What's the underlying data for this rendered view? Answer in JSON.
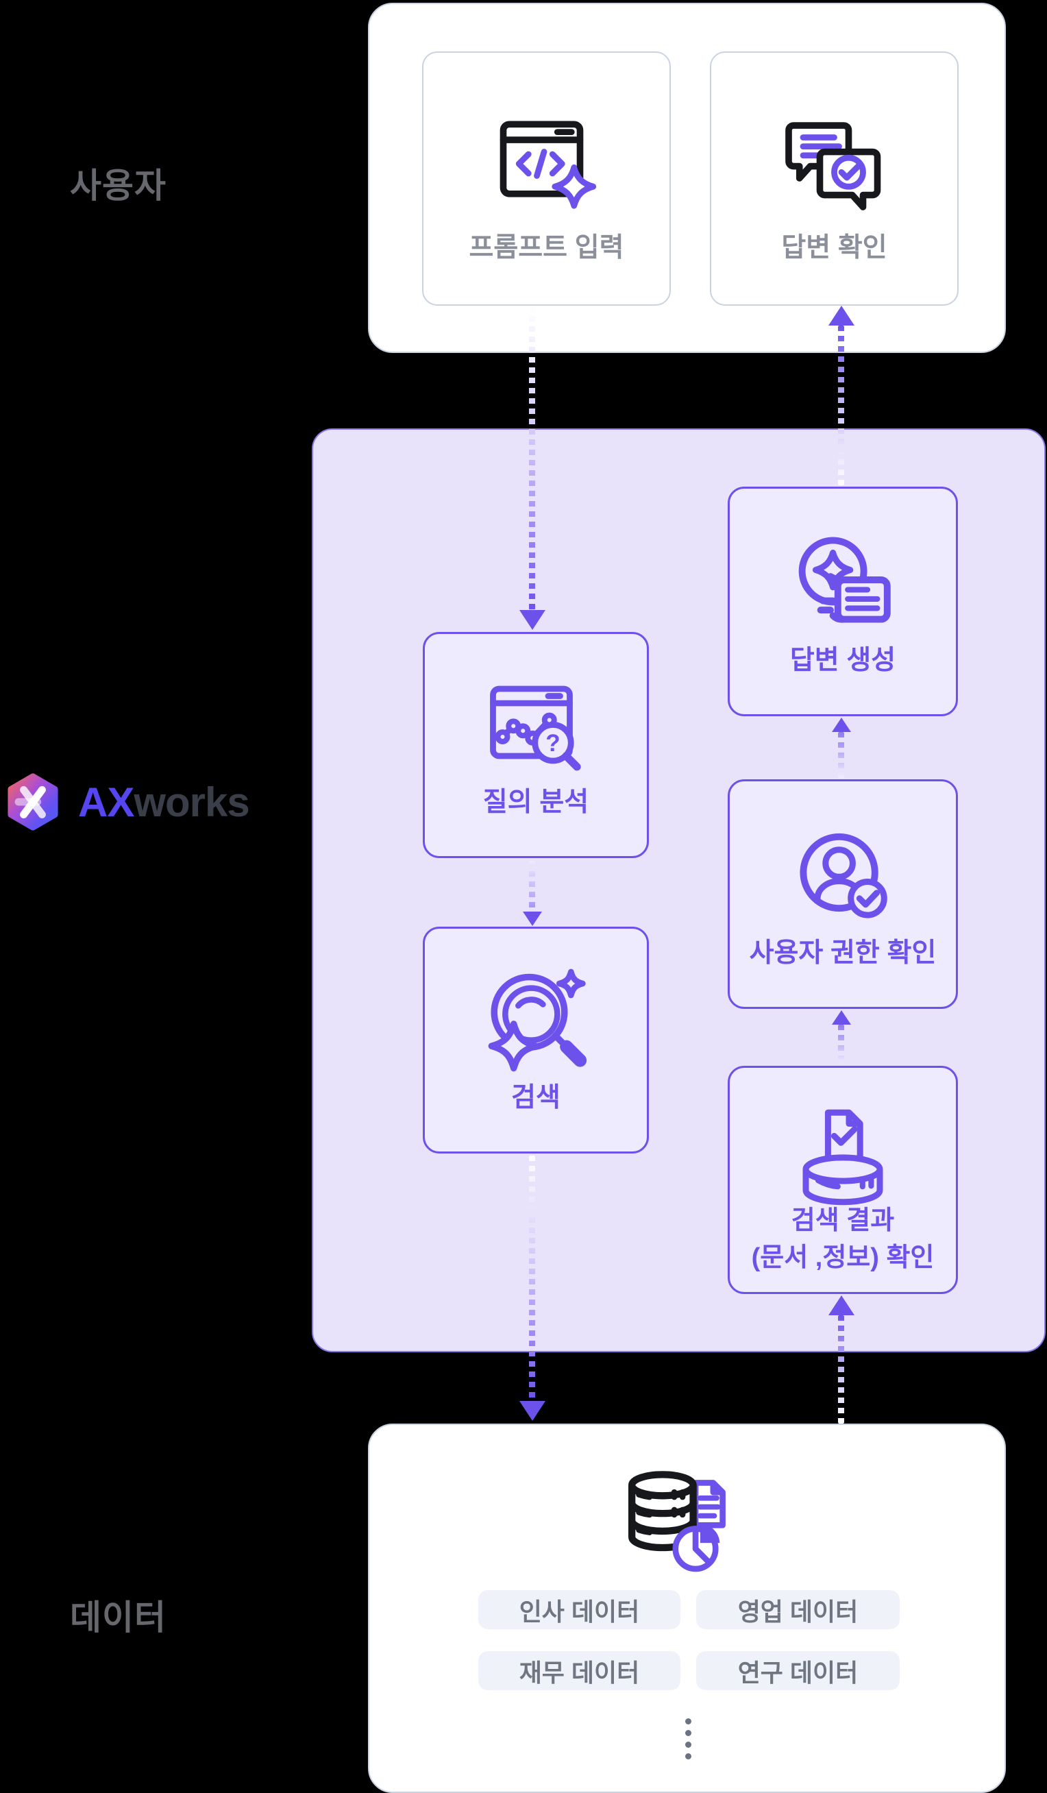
{
  "brand": {
    "name_ax": "AX",
    "name_works": "works"
  },
  "lanes": {
    "user": "사용자",
    "data": "데이터"
  },
  "user_section": {
    "prompt_card": {
      "label": "프롬프트 입력",
      "icon": "code-window-sparkle-icon"
    },
    "answer_card": {
      "label": "답변 확인",
      "icon": "chat-bubbles-check-icon"
    }
  },
  "ax_section": {
    "query_box": {
      "label": "질의 분석",
      "icon": "analytics-question-search-icon"
    },
    "search_box": {
      "label": "검색",
      "icon": "magnifier-sparkles-icon"
    },
    "generate_box": {
      "label": "답변 생성",
      "icon": "lightbulb-note-icon"
    },
    "permission_box": {
      "label": "사용자 권한 확인",
      "icon": "user-check-icon"
    },
    "result_box": {
      "label_line1": "검색 결과",
      "label_line2": "(문서 ,정보) 확인",
      "icon": "document-database-check-icon"
    }
  },
  "data_section": {
    "icon": "database-document-pie-icon",
    "chips": [
      "인사 데이터",
      "영업 데이터",
      "재무 데이터",
      "연구 데이터"
    ]
  },
  "colors": {
    "accent_purple": "#6C52EA",
    "panel_lavender": "#E8E3FA",
    "background": "#000000",
    "card_border": "#C9D3E1",
    "gray_label": "#66686E",
    "chip_bg": "#EFF2F8",
    "chip_text": "#6F7682",
    "logo_ax": "#5646EF",
    "logo_works": "#3A3E48"
  }
}
